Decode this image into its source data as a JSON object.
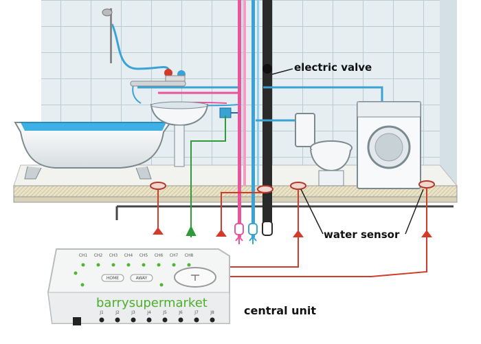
{
  "labels": {
    "electric_valve": "electric valve",
    "water_sensor": "water sensor",
    "central_unit": "central unit",
    "watermark": "barrysupermarket"
  },
  "panel": {
    "channels": [
      "CH1",
      "CH2",
      "CH3",
      "CH4",
      "CH5",
      "CH6",
      "CH7",
      "CH8"
    ],
    "buttons": [
      "HOME",
      "AWAY"
    ],
    "terminals": [
      "J1",
      "J2",
      "J3",
      "J4",
      "J5",
      "J6",
      "J7",
      "J8"
    ]
  },
  "colors": {
    "tile": "#e6eef2",
    "grout": "#b9ccd6",
    "hot_pipe": "#e8559b",
    "cold_pipe": "#3aa3d6",
    "drain_pipe": "#2a2a2a",
    "signal_wire": "#d23a2a",
    "valve_wire": "#2e9a3a",
    "floor": "#e9e3c8",
    "water": "#3fb0e6"
  }
}
